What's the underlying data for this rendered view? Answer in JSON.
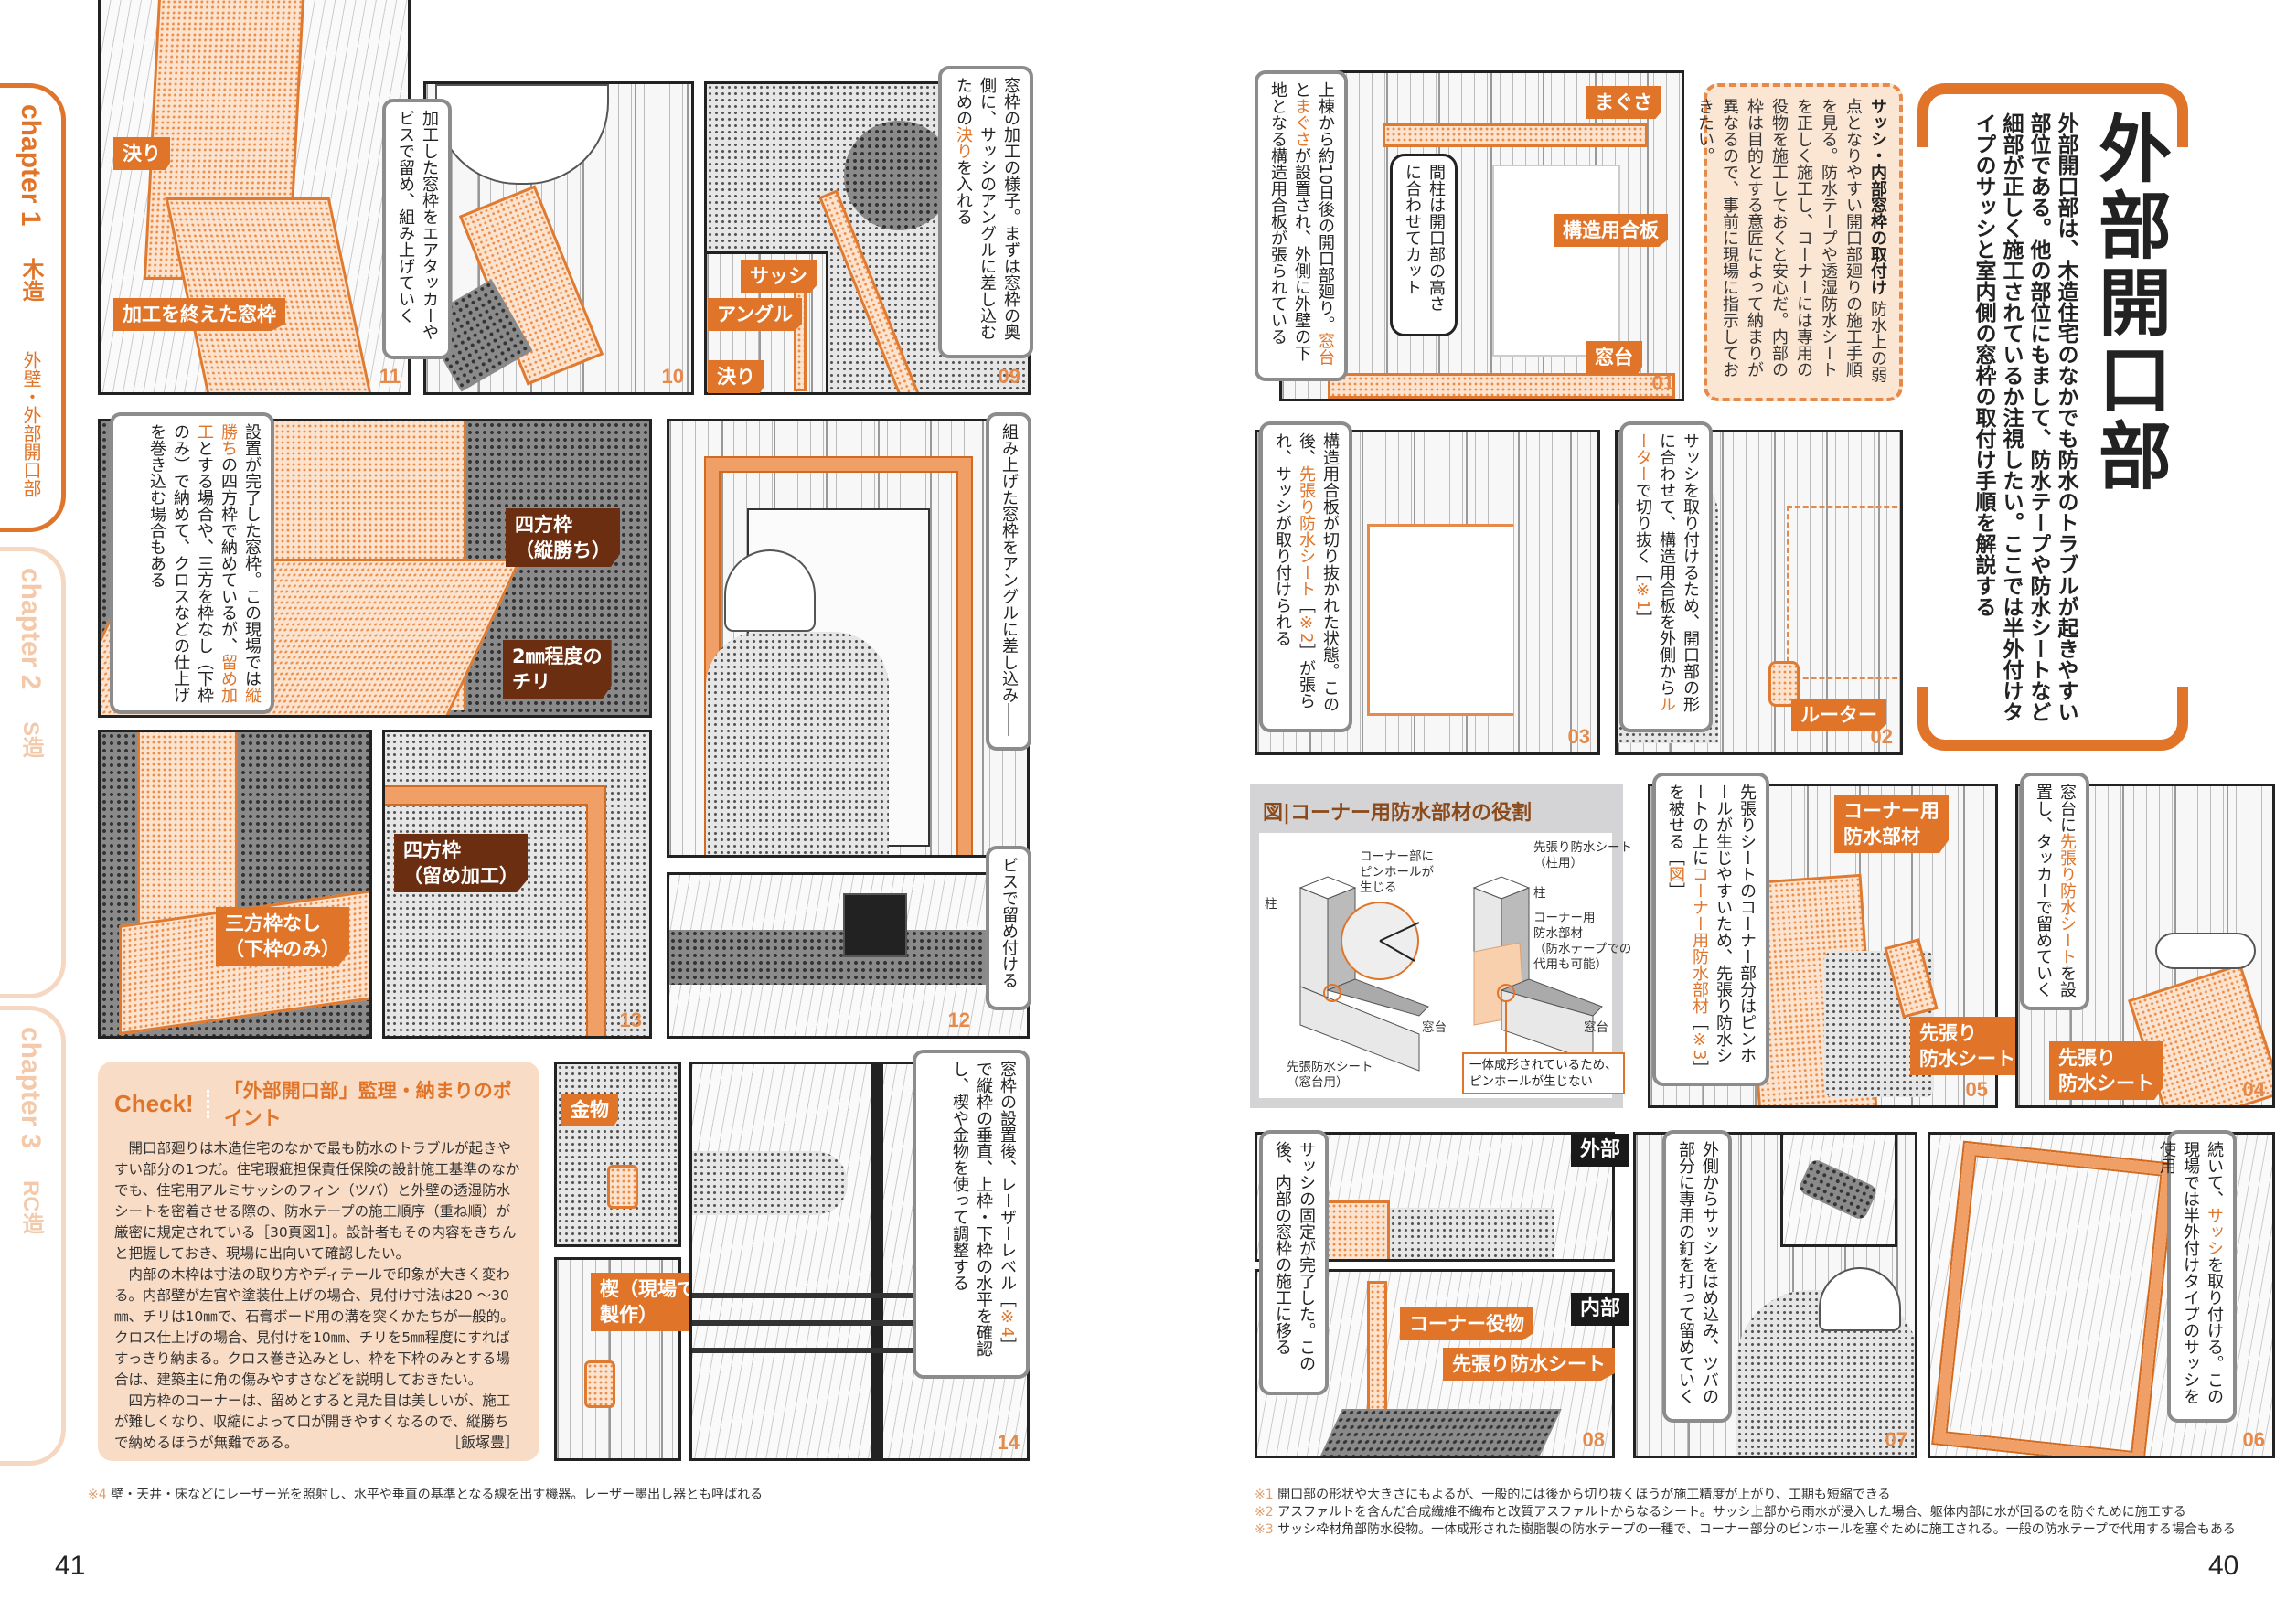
{
  "chapters": [
    {
      "label": "chapter 1",
      "name": "木造",
      "sub": "外壁・外部開口部",
      "active": true
    },
    {
      "label": "chapter 2",
      "name": "S造",
      "active": false
    },
    {
      "label": "chapter 3",
      "name": "RC造",
      "active": false
    }
  ],
  "left": {
    "page_number": "41",
    "captions": {
      "p09": [
        {
          "t": "窓枠の加工の様子。まずは窓枠の奥側に、サッシのアングルに差し込むための"
        },
        {
          "t": "決り",
          "hl": true
        },
        {
          "t": "を入れる"
        }
      ],
      "p10": [
        {
          "t": "加工した窓枠をエアタッカーやビスで留め、組み上げていく"
        }
      ],
      "p13": [
        {
          "t": "設置が完了した窓枠。この現場では"
        },
        {
          "t": "縦勝ち",
          "hl": true
        },
        {
          "t": "の四方枠で納めているが、"
        },
        {
          "t": "留め加工",
          "hl": true
        },
        {
          "t": "とする場合や、"
        },
        {
          "t": "三方を枠なし（下枠のみ）で納めて、クロスなどの仕上げを巻き込む場合もある"
        }
      ],
      "p12a": [
        {
          "t": "組み上げた窓枠をアングルに差し込み――"
        }
      ],
      "p12b": [
        {
          "t": "ビスで留め付ける"
        }
      ],
      "p14": [
        {
          "t": "窓枠の設置後、レーザーレベル［"
        },
        {
          "t": "※4",
          "hl": true
        },
        {
          "t": "］で縦枠の垂直、上枠・下枠の水平を確認し、楔や金物を使って調整する"
        }
      ]
    },
    "tags": {
      "p11_kimari": "決り",
      "p11_frame": "加工を終えた窓枠",
      "p09_sash": "サッシ",
      "p09_angle": "アングル",
      "p09_kimari": "決り",
      "p13_yotsu_tate": "四方枠\n（縦勝ち）",
      "p13_chiri": "2㎜程度の\nチリ",
      "p13_sanpo": "三方枠なし\n（下枠のみ）",
      "p13_yotsu_tome": "四方枠\n（留め加工）",
      "p14_kanamono": "金物",
      "p14_kusabi": "楔（現場で\n製作）"
    },
    "panel_numbers": [
      "11",
      "10",
      "09",
      "13",
      "12",
      "14"
    ],
    "check": {
      "badge": "Check!",
      "title": "「外部開口部」監理・納まりのポイント",
      "paragraphs": [
        "開口部廻りは木造住宅のなかで最も防水のトラブルが起きやすい部分の1つだ。住宅瑕疵担保責任保険の設計施工基準のなかでも、住宅用アルミサッシのフィン（ツバ）と外壁の透湿防水シートを密着させる際の、防水テープの施工順序（重ね順）が厳密に規定されている［30頁図1］。設計者もその内容をきちんと把握しておき、現場に出向いて確認したい。",
        "内部の木枠は寸法の取り方やディテールで印象が大きく変わる。内部壁が左官や塗装仕上げの場合、見付け寸法は20 ～30㎜、チリは10㎜で、石膏ボード用の溝を突くかたちが一般的。クロス仕上げの場合、見付けを10㎜、チリを5㎜程度にすればすっきり納まる。クロス巻き込みとし、枠を下枠のみとする場合は、建築主に角の傷みやすさなどを説明しておきたい。",
        "四方枠のコーナーは、留めとすると見た目は美しいが、施工が難しくなり、収縮によって口が開きやすくなるので、縦勝ちで納めるほうが無難である。"
      ],
      "author": "［飯塚豊］"
    },
    "footnotes": [
      {
        "mark": "※4",
        "text": "壁・天井・床などにレーザー光を照射し、水平や垂直の基準となる線を出す機器。レーザー墨出し器とも呼ばれる"
      }
    ]
  },
  "right": {
    "page_number": "40",
    "title": "外部開口部",
    "lead": "外部開口部は、木造住宅のなかでも防水のトラブルが起きやすい部位である。他の部位にもまして、防水テープや防水シートなど細部が正しく施工されているか注視したい。ここでは半外付けタイプのサッシと室内側の窓枠の取付け手順を解説する",
    "sidebar": {
      "heading": "サッシ・内部窓枠の取付け",
      "body": "防水上の弱点となりやすい開口部廻りの施工手順を見る。防水テープや透湿防水シートを正しく施工し、コーナーには専用の役物を施工しておくと安心だ。内部の枠は目的とする意匠によって納まりが異なるので、事前に現場に指示しておきたい。"
    },
    "captions": {
      "p01": [
        {
          "t": "上棟から約10日後の開口部廻り。"
        },
        {
          "t": "窓台",
          "hl": true
        },
        {
          "t": "と"
        },
        {
          "t": "まぐさ",
          "hl": true
        },
        {
          "t": "が設置され、外側に外壁の下地となる構造用合板が張られている"
        }
      ],
      "p01_bubble": [
        {
          "t": "間柱は開口部の高さに合わせてカット"
        }
      ],
      "p03": [
        {
          "t": "構造用合板が切り抜かれた状態。この後、"
        },
        {
          "t": "先張り防水シート",
          "hl": true
        },
        {
          "t": "［"
        },
        {
          "t": "※2",
          "hl": true
        },
        {
          "t": "］が張られ、サッシが取り付けられる"
        }
      ],
      "p02": [
        {
          "t": "サッシを取り付けるため、開口部の形に合わせて、構造用合板を外側から"
        },
        {
          "t": "ルーター",
          "hl": true
        },
        {
          "t": "で切り抜く［"
        },
        {
          "t": "※1",
          "hl": true
        },
        {
          "t": "］"
        }
      ],
      "p05": [
        {
          "t": "先張りシートのコーナー部分はピンホールが生じやすいため、先張り防水シートの上に"
        },
        {
          "t": "コーナー用防水部材",
          "hl": true
        },
        {
          "t": "［"
        },
        {
          "t": "※3",
          "hl": true
        },
        {
          "t": "］を被せる［"
        },
        {
          "t": "図",
          "hl": true
        },
        {
          "t": "］"
        }
      ],
      "p04": [
        {
          "t": "窓台に"
        },
        {
          "t": "先張り防水シート",
          "hl": true
        },
        {
          "t": "を設置し、タッカーで留めていく"
        }
      ],
      "p08": [
        {
          "t": "サッシの固定が完了した。この後、内部の窓枠の施工に移る"
        }
      ],
      "p07": [
        {
          "t": "外側からサッシをはめ込み、ツバの部分に専用の釘を打って留めていく"
        }
      ],
      "p06": [
        {
          "t": "続いて、"
        },
        {
          "t": "サッシ",
          "hl": true
        },
        {
          "t": "を取り付ける。この現場では半外付けタイプのサッシを使用"
        }
      ]
    },
    "tags": {
      "p01_magusa": "まぐさ",
      "p01_gouhan": "構造用合板",
      "p01_madodai": "窓台",
      "p02_router": "ルーター",
      "p05_corner": "コーナー用\n防水部材",
      "p05_sheet": "先張り\n防水シート",
      "p04_sheet": "先張り\n防水シート",
      "p08_outside": "外部",
      "p08_inside": "内部",
      "p08_corner": "コーナー役物",
      "p08_sheet": "先張り防水シート"
    },
    "panel_numbers": [
      "01",
      "02",
      "03",
      "04",
      "05",
      "06",
      "07",
      "08"
    ],
    "figure": {
      "title": "図|コーナー用防水部材の役割",
      "labels": {
        "pillar_left": "柱",
        "pinhole": "コーナー部に\nピンホールが\n生じる",
        "sheet_pillar": "先張り防水シート\n（柱用）",
        "pillar_right": "柱",
        "corner_member": "コーナー用\n防水部材\n（防水テープでの\n代用も可能）",
        "sill_left": "窓台",
        "sill_right": "窓台",
        "sheet_sill": "先張防水シート\n（窓台用）",
        "note": "一体成形されているため、\nピンホールが生じない"
      }
    },
    "footnotes": [
      {
        "mark": "※1",
        "text": "開口部の形状や大きさにもよるが、一般的には後から切り抜くほうが施工精度が上がり、工期も短縮できる"
      },
      {
        "mark": "※2",
        "text": "アスファルトを含んだ合成繊維不織布と改質アスファルトからなるシート。サッシ上部から雨水が浸入した場合、躯体内部に水が回るのを防ぐために施工する"
      },
      {
        "mark": "※3",
        "text": "サッシ枠材角部防水役物。一体成形された樹脂製の防水テープの一種で、コーナー部分のピンホールを塞ぐために施工される。一般の防水テープで代用する場合もある"
      }
    ]
  }
}
